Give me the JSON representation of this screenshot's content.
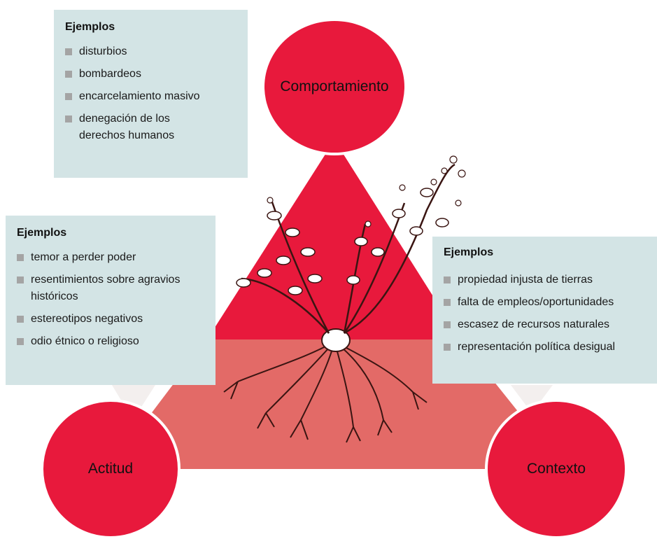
{
  "colors": {
    "triangle_top": "#e8193c",
    "triangle_bottom": "#e36a67",
    "circle": "#e8193c",
    "box_bg": "#d3e4e5",
    "bullet": "#a4a4a4"
  },
  "circles": {
    "behavior": "Comportamiento",
    "attitude": "Actitud",
    "context": "Contexto"
  },
  "boxes": {
    "behavior": {
      "heading": "Ejemplos",
      "items": [
        "disturbios",
        "bombardeos",
        "encarcelamiento masivo",
        "denegación de los derechos humanos"
      ]
    },
    "attitude": {
      "heading": "Ejemplos",
      "items": [
        "temor a perder poder",
        "resentimientos sobre agravios históricos",
        "estereotipos negativos",
        "odio étnico o religioso"
      ]
    },
    "context": {
      "heading": "Ejemplos",
      "items": [
        "propiedad injusta de tierras",
        "falta de empleos/oportunidades",
        "escasez de recursos naturales",
        "representación política desigual"
      ]
    }
  },
  "illustration": {
    "icons": [
      "plant-stem-icon",
      "plant-roots-icon",
      "flower-icon",
      "leaf-icon"
    ]
  }
}
